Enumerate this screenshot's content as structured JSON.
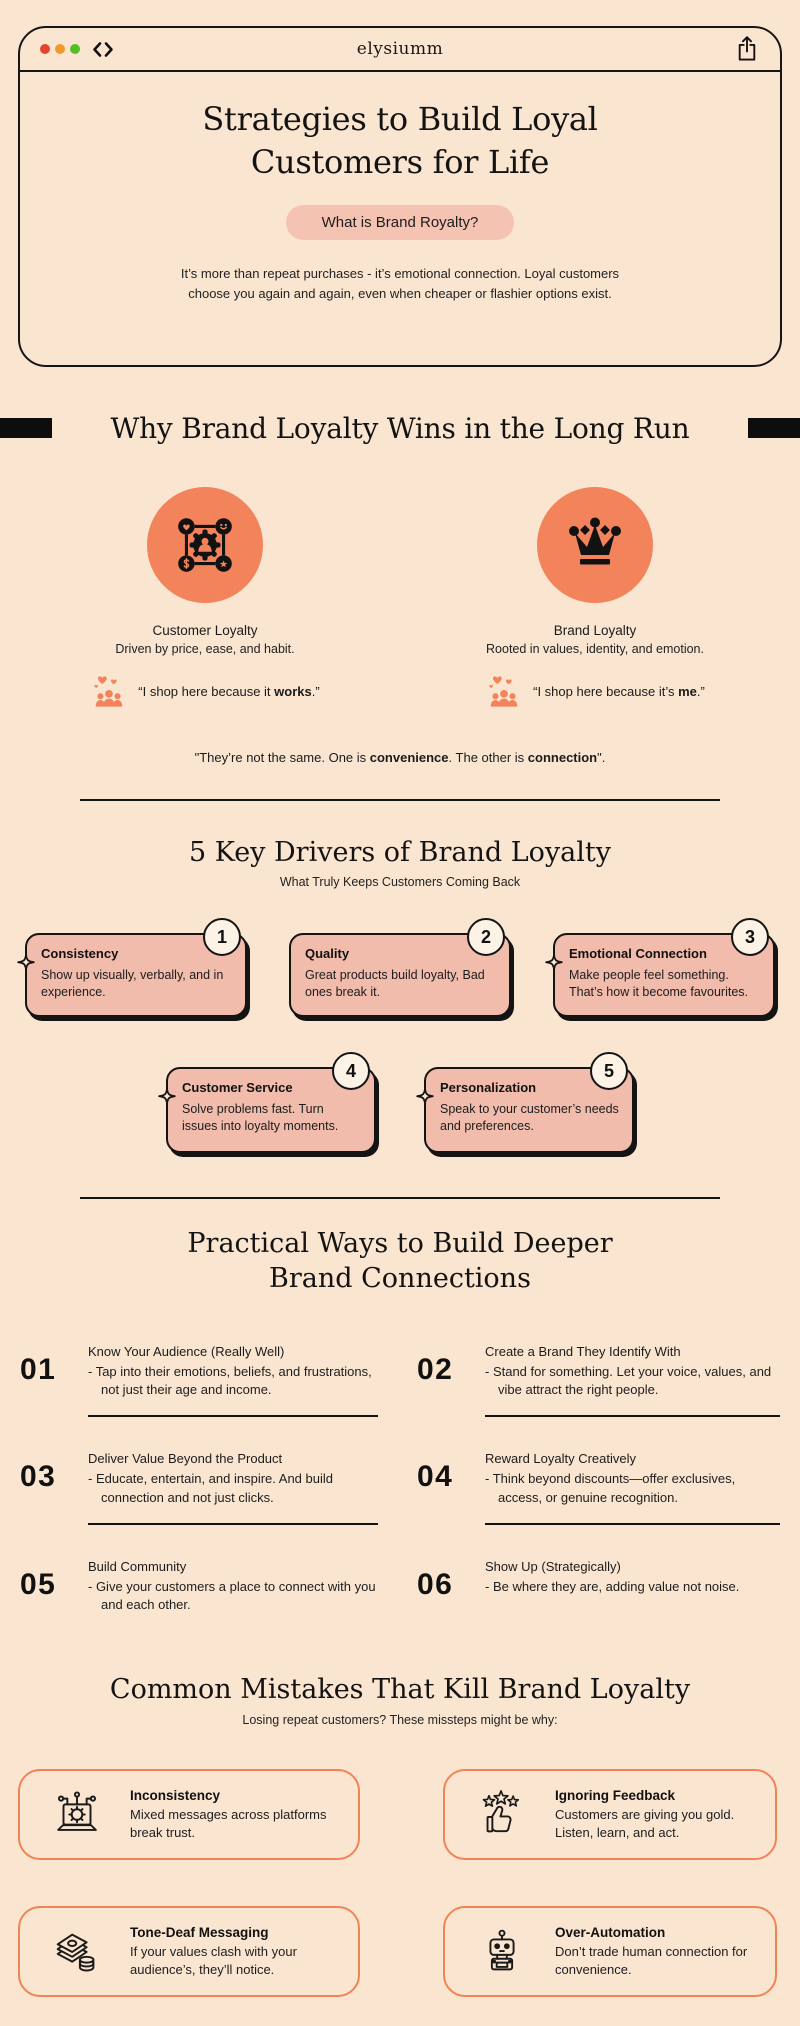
{
  "colors": {
    "background": "#FAE5D0",
    "coral": "#F2835B",
    "pink_pill": "#F5C3B1",
    "pink_card": "#F1BCAC",
    "ink": "#141414",
    "badge_bg": "#FCF2E6",
    "dot_red": "#E5442B",
    "dot_amber": "#F0972F",
    "dot_green": "#54BE26"
  },
  "window": {
    "logo": "elysiumm",
    "icons": [
      "traffic-light-dots",
      "code-icon",
      "share-icon"
    ],
    "hero": {
      "title_line1": "Strategies to Build Loyal",
      "title_line2": "Customers for Life",
      "pill": "What is Brand Royalty?",
      "intro_line1": "It’s more than repeat purchases - it’s emotional connection. Loyal customers",
      "intro_line2": "choose you again and again, even when cheaper or flashier options exist."
    }
  },
  "why_section": {
    "heading": "Why Brand Loyalty Wins in the Long Run",
    "columns": [
      {
        "icon": "customer-network-icon",
        "title": "Customer Loyalty",
        "subtitle": "Driven by price, ease, and habit.",
        "quote_prefix": "“I shop here because it ",
        "quote_bold": "works",
        "quote_suffix": ".”"
      },
      {
        "icon": "crown-icon",
        "title": "Brand Loyalty",
        "subtitle": "Rooted in values, identity, and emotion.",
        "quote_prefix": "“I shop here because it’s ",
        "quote_bold": "me",
        "quote_suffix": ".”"
      }
    ],
    "comparison": {
      "prefix": "\"They’re not the same. One is ",
      "bold1": "convenience",
      "mid": ". The other is ",
      "bold2": "connection",
      "suffix": "\"."
    }
  },
  "drivers_section": {
    "heading": "5 Key Drivers of Brand Loyalty",
    "subheading": "What Truly Keeps Customers Coming Back",
    "cards": [
      {
        "number": "1",
        "title": "Consistency",
        "text": "Show up visually, verbally, and in experience.",
        "sparkle": true
      },
      {
        "number": "2",
        "title": "Quality",
        "text": "Great products build loyalty, Bad ones break it.",
        "sparkle": false
      },
      {
        "number": "3",
        "title": "Emotional Connection",
        "text": "Make people feel something. That’s how it become favourites.",
        "sparkle": true
      },
      {
        "number": "4",
        "title": "Customer Service",
        "text": "Solve problems fast. Turn issues into loyalty moments.",
        "sparkle": true
      },
      {
        "number": "5",
        "title": "Personalization",
        "text": "Speak to your customer’s needs and preferences.",
        "sparkle": true
      }
    ]
  },
  "practical_section": {
    "heading_line1": "Practical Ways to Build Deeper",
    "heading_line2": "Brand Connections",
    "items": [
      {
        "number": "01",
        "title": "Know Your Audience (Really Well)",
        "text": "- Tap into their emotions, beliefs, and frustrations, not just their age and income."
      },
      {
        "number": "02",
        "title": "Create a Brand They Identify With",
        "text": "- Stand for something. Let your voice, values, and vibe attract the right people."
      },
      {
        "number": "03",
        "title": "Deliver Value Beyond the Product",
        "text": "- Educate, entertain, and inspire. And build connection and not just clicks."
      },
      {
        "number": "04",
        "title": "Reward Loyalty Creatively",
        "text": "- Think beyond discounts—offer exclusives, access, or genuine recognition."
      },
      {
        "number": "05",
        "title": "Build Community",
        "text": "- Give your customers a place to connect with you and each other."
      },
      {
        "number": "06",
        "title": "Show Up (Strategically)",
        "text": "- Be where they are, adding value not noise."
      }
    ]
  },
  "mistakes_section": {
    "heading": "Common Mistakes That Kill Brand Loyalty",
    "subheading": "Losing repeat customers? These missteps might be why:",
    "cards": [
      {
        "icon": "laptop-gear-icon",
        "title": "Inconsistency",
        "text": "Mixed messages across platforms break trust."
      },
      {
        "icon": "thumbs-up-stars-icon",
        "title": "Ignoring Feedback",
        "text": "Customers are giving you gold. Listen, learn, and act."
      },
      {
        "icon": "money-stack-icon",
        "title": "Tone-Deaf Messaging",
        "text": "If your values clash with your audience’s, they’ll notice."
      },
      {
        "icon": "robot-icon",
        "title": "Over-Automation",
        "text": "Don’t trade human connection for convenience."
      }
    ]
  }
}
